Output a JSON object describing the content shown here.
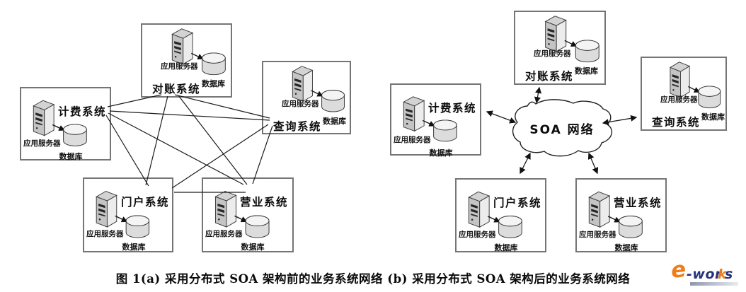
{
  "figure": {
    "caption": "图 1(a) 采用分布式 SOA 架构前的业务系统网络 (b) 采用分布式 SOA 架构后的业务系统网络"
  },
  "diagram_a": {
    "nodes": [
      {
        "id": "billing",
        "name": "计费系统",
        "server_label": "应用服务器",
        "db_label": "数据库"
      },
      {
        "id": "reconciliation",
        "name": "对账系统",
        "server_label": "应用服务器",
        "db_label": "数据库"
      },
      {
        "id": "query",
        "name": "查询系统",
        "server_label": "应用服务器",
        "db_label": "数据库"
      },
      {
        "id": "portal",
        "name": "门户系统",
        "server_label": "应用服务器",
        "db_label": "数据库"
      },
      {
        "id": "business",
        "name": "营业系统",
        "server_label": "应用服务器",
        "db_label": "数据库"
      }
    ]
  },
  "diagram_b": {
    "cloud_label": "SOA 网络",
    "nodes": [
      {
        "id": "billing",
        "name": "计费系统",
        "server_label": "应用服务器",
        "db_label": "数据库"
      },
      {
        "id": "reconciliation",
        "name": "对账系统",
        "server_label": "应用服务器",
        "db_label": "数据库"
      },
      {
        "id": "query",
        "name": "查询系统",
        "server_label": "应用服务器",
        "db_label": "数据库"
      },
      {
        "id": "portal",
        "name": "门户系统",
        "server_label": "应用服务器",
        "db_label": "数据库"
      },
      {
        "id": "business",
        "name": "营业系统",
        "server_label": "应用服务器",
        "db_label": "数据库"
      }
    ]
  },
  "logo": {
    "swoosh": "e",
    "dark1": "-wor",
    "accent": "k",
    "dark2": "s"
  },
  "colors": {
    "line": "#1c1c1c",
    "box_border": "#757575",
    "logo_orange": "#ef7d1a",
    "logo_navy": "#26337b"
  }
}
